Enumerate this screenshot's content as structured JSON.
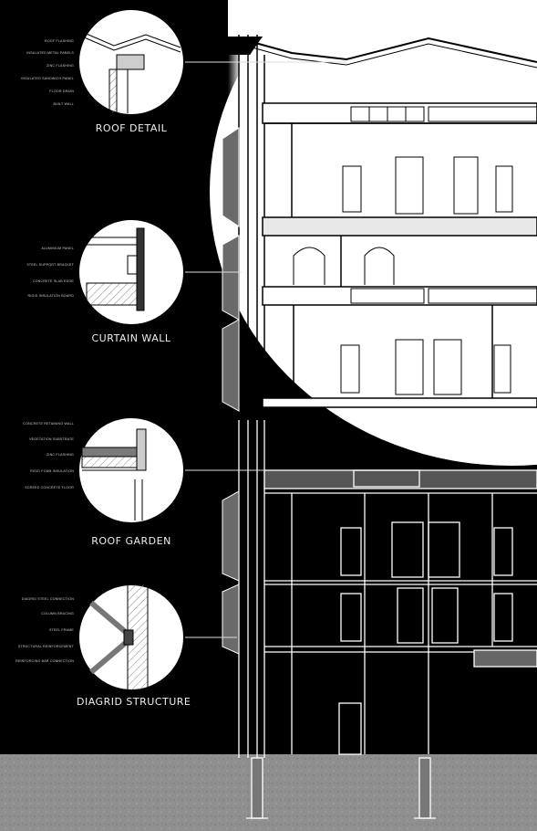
{
  "details": [
    {
      "title": "ROOF DETAIL",
      "labels": [
        "ROOF FLASHING",
        "INSULATED METAL PANELS",
        "ZINC FLASHING",
        "INSULATED SANDWICH PANEL",
        "FLOOR DRAIN",
        "BUILT WALL"
      ]
    },
    {
      "title": "CURTAIN WALL",
      "labels": [
        "ALUMINIUM PANEL",
        "STEEL SUPPORT BRACKET",
        "CONCRETE SLAB EDGE",
        "RIGID INSULATION BOARD"
      ]
    },
    {
      "title": "ROOF GARDEN",
      "labels": [
        "CONCRETE RETAINING WALL",
        "VEGETATION SUBSTRATE",
        "ZINC FLASHING",
        "RIGID FOAM INSULATION",
        "SCREED CONCRETE FLOOR"
      ]
    },
    {
      "title": "DIAGRID STRUCTURE",
      "labels": [
        "DIAGRID STEEL CONNECTION",
        "COLUMN BRACING",
        "STEEL FRAME",
        "STRUCTURAL REINFORCEMENT",
        "REINFORCING BAR CONNECTION"
      ]
    }
  ],
  "colors": {
    "background": "#000000",
    "linework": "#ffffff",
    "ground": "#8e8e8e",
    "glass": "#6a6a6a"
  }
}
